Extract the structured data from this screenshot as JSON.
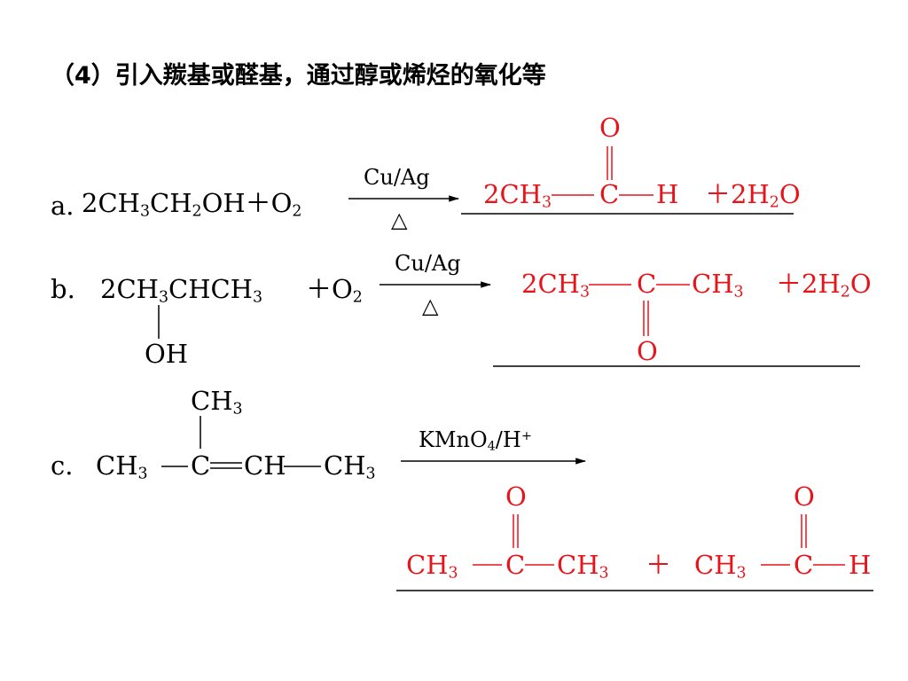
{
  "title": "（4）引入羰基或醛基，通过醇或烯烃的氧化等",
  "a": {
    "label": "a.",
    "reactant_prefix": "2CH",
    "s3": "3",
    "reactant_mid": "CH",
    "s2": "2",
    "reactant_tail": "OH＋O",
    "s2b": "2",
    "catalyst": "Cu/Ag",
    "heat": "△",
    "product_prefix": "2CH",
    "p_s3": "3",
    "product_c": "C",
    "product_h": "H",
    "product_o": "O",
    "water_prefix": "＋2H",
    "water_sub": "2",
    "water_o": "O"
  },
  "b": {
    "label": "b.",
    "reactant_prefix": "2CH",
    "s3a": "3",
    "reactant_mid": "CHCH",
    "s3b": "3",
    "oh": "OH",
    "o2_prefix": "＋O",
    "o2_sub": "2",
    "catalyst": "Cu/Ag",
    "heat": "△",
    "product_prefix": "2CH",
    "p_s3a": "3",
    "product_c": "C",
    "product_ch": "CH",
    "p_s3b": "3",
    "product_o": "O",
    "water_prefix": "＋2H",
    "water_sub": "2",
    "water_o": "O"
  },
  "c": {
    "label": "c.",
    "top_ch": "CH",
    "top_sub": "3",
    "left_ch": "CH",
    "left_sub": "3",
    "c_atom": "C",
    "mid_ch": "CH",
    "right_ch": "CH",
    "right_sub": "3",
    "reagent_prefix": "KMnO",
    "reagent_sub": "4",
    "reagent_tail": "/H",
    "reagent_sup": "+",
    "p1_left": "CH",
    "p1_left_sub": "3",
    "p1_c": "C",
    "p1_right": "CH",
    "p1_right_sub": "3",
    "p1_o": "O",
    "plus": "＋",
    "p2_left": "CH",
    "p2_left_sub": "3",
    "p2_c": "C",
    "p2_h": "H",
    "p2_o": "O"
  },
  "colors": {
    "product": "#e8141a",
    "text": "#000000"
  }
}
